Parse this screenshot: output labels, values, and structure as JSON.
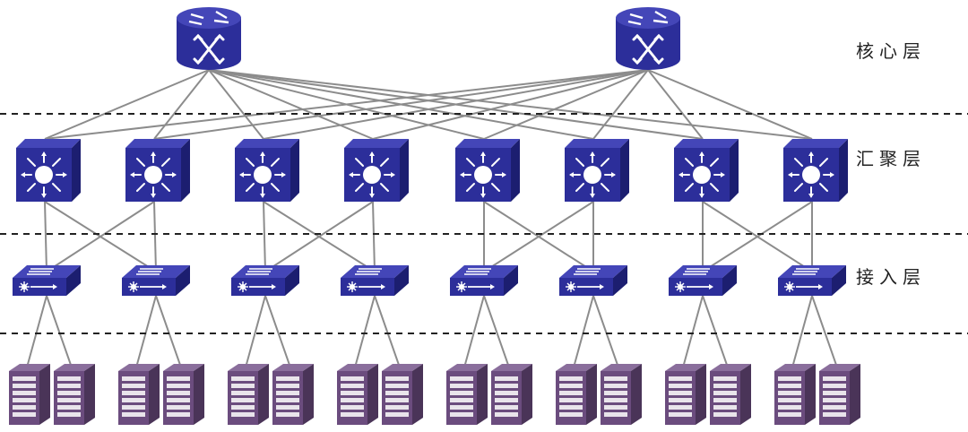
{
  "layers": {
    "core": {
      "label": "核心层"
    },
    "aggregation": {
      "label": "汇聚层"
    },
    "access": {
      "label": "接入层"
    }
  },
  "colors": {
    "device_blue": "#2c2e9a",
    "device_blue_top": "#4446b8",
    "device_blue_side": "#1c1e70",
    "server_purple": "#6b4c7e",
    "link_gray": "#8c8c8c",
    "divider": "#222222"
  },
  "icons": {
    "core": "router-icon",
    "aggregation": "layer3-switch-icon",
    "access": "access-switch-icon",
    "server": "server-icon"
  },
  "counts": {
    "core": 2,
    "aggregation": 8,
    "access": 8,
    "servers_per_access": 2
  }
}
